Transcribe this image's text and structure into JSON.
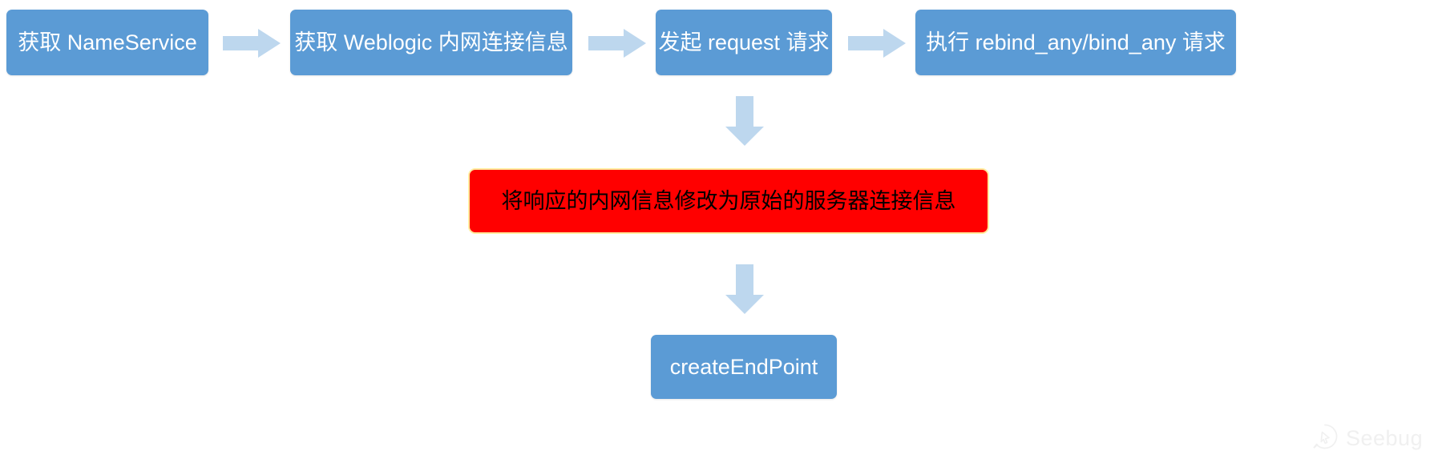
{
  "diagram": {
    "title": "Weblogic NameService rebind_any/bind_any attack flow",
    "background_color": "#ffffff",
    "palette": {
      "node_blue": "#5b9bd5",
      "node_blue_text": "#ffffff",
      "node_red": "#ff0000",
      "node_red_text": "#000000",
      "node_red_border": "#ffec9e",
      "arrow_fill": "#bdd7ee",
      "watermark": "#f0f0f0"
    },
    "nodes": [
      {
        "id": "n1",
        "label": "获取 NameService",
        "shape": "rounded-rect",
        "color": "blue"
      },
      {
        "id": "n2",
        "label": "获取 Weblogic 内网连接信息",
        "shape": "rounded-rect",
        "color": "blue"
      },
      {
        "id": "n3",
        "label": "发起 request 请求",
        "shape": "rounded-rect",
        "color": "blue"
      },
      {
        "id": "n4",
        "label": "执行 rebind_any/bind_any 请求",
        "shape": "rounded-rect",
        "color": "blue"
      },
      {
        "id": "n5",
        "label": "将响应的内网信息修改为原始的服务器连接信息",
        "shape": "rounded-rect",
        "color": "red"
      },
      {
        "id": "n6",
        "label": "createEndPoint",
        "shape": "rounded-rect",
        "color": "blue"
      }
    ],
    "connectors": [
      {
        "id": "a1",
        "from": "n1",
        "to": "n2",
        "direction": "right"
      },
      {
        "id": "a2",
        "from": "n2",
        "to": "n3",
        "direction": "right"
      },
      {
        "id": "a3",
        "from": "n3",
        "to": "n4",
        "direction": "right"
      },
      {
        "id": "a4",
        "from": "n3",
        "to": "n5",
        "direction": "down"
      },
      {
        "id": "a5",
        "from": "n5",
        "to": "n6",
        "direction": "down"
      }
    ]
  },
  "watermark": {
    "text": "Seebug",
    "icon": "seebug-logo-icon"
  }
}
